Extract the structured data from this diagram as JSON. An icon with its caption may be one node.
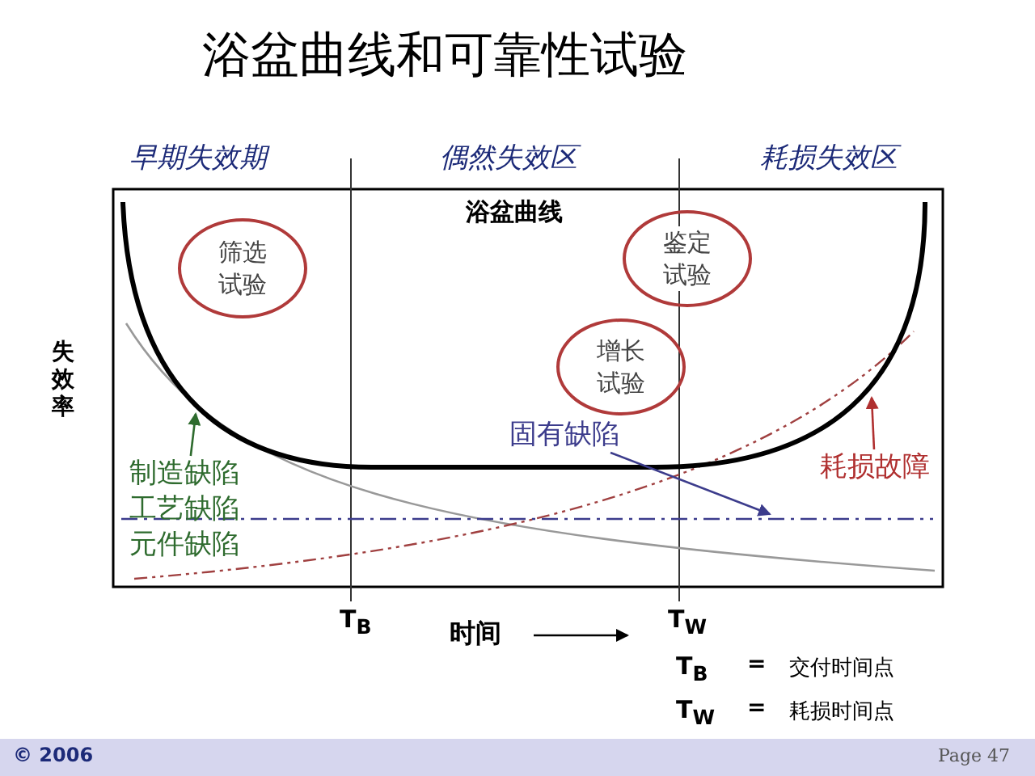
{
  "diagram": {
    "title": "浴盆曲线和可靠性试验",
    "nodes": [
      {
        "text": [
          "筛选试验"
        ]
      },
      {
        "text": [
          "鉴定试验"
        ]
      },
      {
        "text": [
          "增长试验"
        ]
      },
      {
        "text": [
          "制造缺陷",
          "工艺缺陷",
          "元件缺陷"
        ]
      },
      {
        "text": [
          "固有缺陷"
        ]
      },
      {
        "text": [
          "耗损故障"
        ]
      }
    ],
    "edges": [
      {
        "from": 3,
        "to": null,
        "arrow": "to",
        "color": "#2e6b2e"
      },
      {
        "from": 4,
        "to": null,
        "arrow": "to",
        "color": "#3c3c8c"
      },
      {
        "from": 5,
        "to": null,
        "arrow": "to",
        "color": "#b03030"
      }
    ],
    "labels": [
      "早期失效期",
      "偶然失效区",
      "耗损失效区",
      "浴盆曲线",
      "失效率",
      "T$_{B}$",
      "时间",
      "T$_{W}$",
      "T$_{B}$",
      "=",
      "交付时间点",
      "T$_{W}$",
      "=",
      "耗损时间点",
      "© 2006",
      "Page 47"
    ]
  }
}
